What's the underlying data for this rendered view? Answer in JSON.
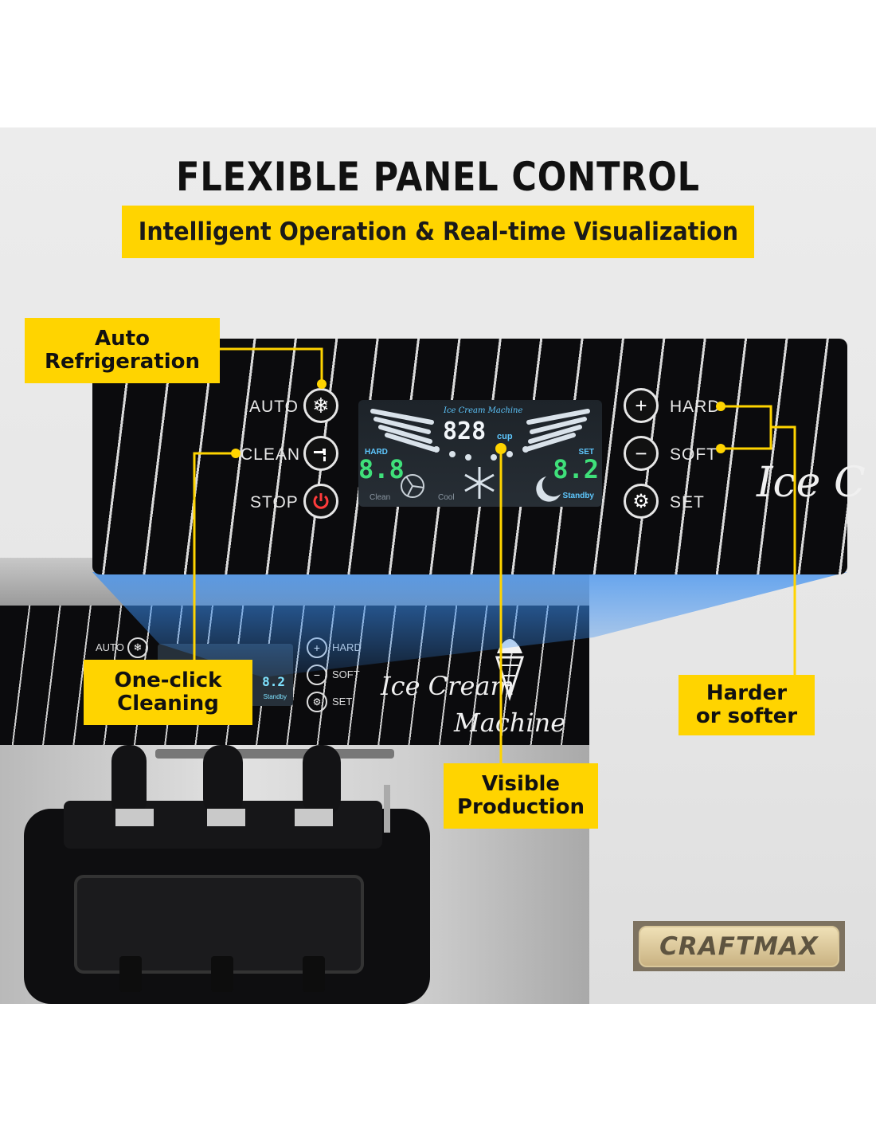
{
  "header": {
    "title": "FLEXIBLE PANEL CONTROL",
    "subtitle": "Intelligent Operation & Real-time Visualization"
  },
  "callouts": {
    "auto_refrigeration": "Auto\nRefrigeration",
    "one_click_cleaning": "One-click\nCleaning",
    "harder_or_softer": "Harder\nor softer",
    "visible_production": "Visible\nProduction"
  },
  "panel": {
    "left_buttons": [
      {
        "label": "AUTO",
        "icon": "snowflake-icon"
      },
      {
        "label": "CLEAN",
        "icon": "faucet-icon"
      },
      {
        "label": "STOP",
        "icon": "power-icon"
      }
    ],
    "right_buttons": [
      {
        "label": "HARD",
        "icon": "plus-icon"
      },
      {
        "label": "SOFT",
        "icon": "minus-icon"
      },
      {
        "label": "SET",
        "icon": "gear-icon"
      }
    ],
    "display": {
      "brand": "Ice Cream Machine",
      "cup_count": "828",
      "cup_unit": "cup",
      "hard_label": "HARD",
      "hard_value": "8.8",
      "set_label": "SET",
      "set_value": "8.2",
      "clean_label": "Clean",
      "cool_label": "Cool",
      "standby_label": "Standby"
    },
    "script_text": "Ice C"
  },
  "machine": {
    "script_line1": "Ice Cream",
    "script_line2": "Machine",
    "auto_label": "AUTO",
    "hard_label": "HARD",
    "soft_label": "SOFT",
    "set_label": "SET",
    "mini_value": "8.2",
    "mini_standby": "Standby"
  },
  "brand": {
    "logo": "CRAFTMAX"
  },
  "colors": {
    "accent": "#ffd400",
    "panel": "#0b0b0d",
    "display_cyan": "#7fe3ff",
    "display_green": "#3fe07a"
  }
}
